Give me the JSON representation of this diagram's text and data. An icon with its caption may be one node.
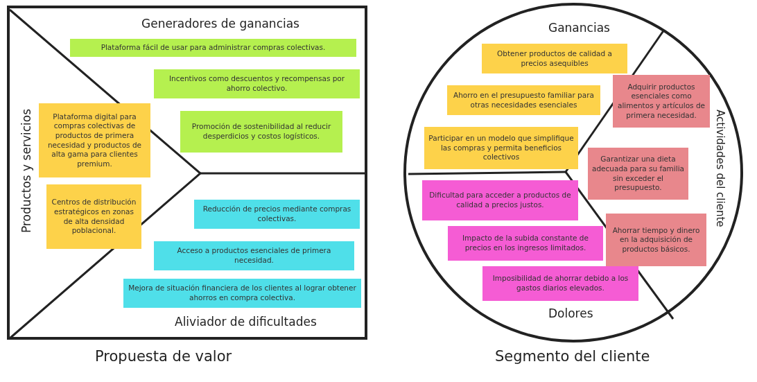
{
  "diagram": {
    "nodes": [
      {
        "text": [
          "Propuesta de valor"
        ]
      },
      {
        "text": [
          "Plataforma fácil de usar para administrar compras colectivas."
        ],
        "in": 0
      },
      {
        "text": [
          "Incentivos como descuentos y recompensas por ahorro colectivo."
        ],
        "in": 0
      },
      {
        "text": [
          "Promoción de sostenibilidad al reducir desperdicios y costos logísticos."
        ],
        "in": 0
      },
      {
        "text": [
          "Plataforma digital para compras colectivas de productos de primera necesidad y productos de alta gama para clientes premium."
        ],
        "in": 0
      },
      {
        "text": [
          "Centros de distribución estratégicos en zonas de alta densidad poblacional."
        ],
        "in": 0
      },
      {
        "text": [
          "Reducción de precios mediante compras colectivas."
        ],
        "in": 0
      },
      {
        "text": [
          "Acceso a productos esenciales de primera necesidad."
        ],
        "in": 0
      },
      {
        "text": [
          "Mejora de situación financiera de los clientes al lograr obtener ahorros en compra colectiva."
        ],
        "in": 0
      },
      {
        "text": [
          "Segmento del cliente"
        ]
      },
      {
        "text": [
          "Obtener productos de calidad a precios asequibles"
        ],
        "in": 9
      },
      {
        "text": [
          "Ahorro en el presupuesto familiar para otras necesidades esenciales"
        ],
        "in": 9
      },
      {
        "text": [
          "Participar en un modelo que simplifique las compras y permita beneficios colectivos"
        ],
        "in": 9
      },
      {
        "text": [
          "Adquirir productos esenciales como alimentos y artículos de primera necesidad."
        ],
        "in": 9
      },
      {
        "text": [
          "Garantizar una dieta adecuada para su familia sin exceder el presupuesto."
        ],
        "in": 9
      },
      {
        "text": [
          "Ahorrar tiempo y dinero en la adquisición de productos básicos."
        ],
        "in": 9
      },
      {
        "text": [
          "Dificultad para acceder a productos de calidad a precios justos."
        ],
        "in": 9
      },
      {
        "text": [
          "Impacto de la subida constante de precios en los ingresos limitados."
        ],
        "in": 9
      },
      {
        "text": [
          "Imposibilidad de ahorrar debido a los gastos diarios elevados."
        ],
        "in": 9
      }
    ],
    "edges": [],
    "labels": [
      "Generadores de ganancias",
      "Productos y servicios",
      "Aliviador de dificultades",
      "Ganancias",
      "Actividades del cliente",
      "Dolores"
    ]
  }
}
